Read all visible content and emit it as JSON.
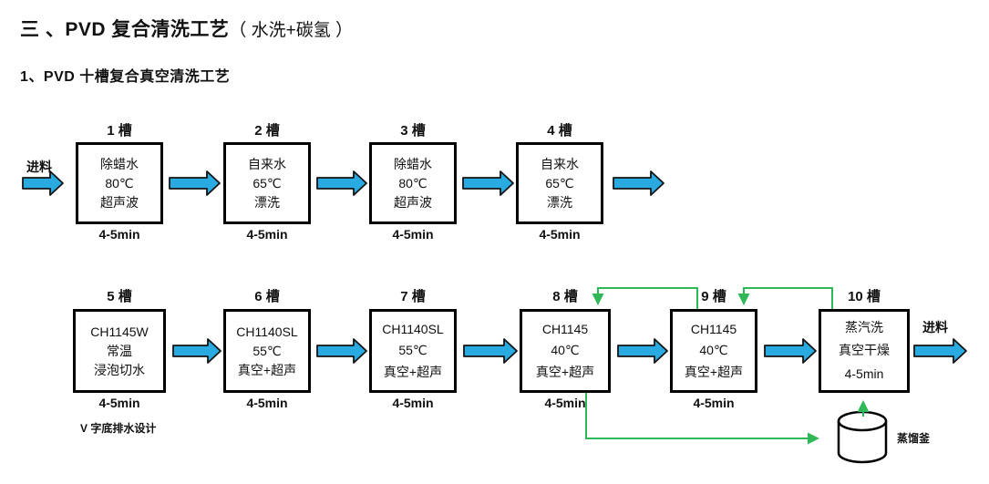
{
  "title": {
    "main": "三 、PVD 复合清洗工艺",
    "paren": "（ 水洗+碳氢 ）"
  },
  "subtitle": "1、PVD 十槽复合真空清洗工艺",
  "feed_in_label": "进料",
  "feed_out_label": "进料",
  "note_v_bottom": "V 字底排水设计",
  "still_label": "蒸馏釜",
  "tanks": [
    {
      "label": "1 槽",
      "lines": [
        "除蜡水",
        "80℃",
        "超声波"
      ],
      "time": "4-5min"
    },
    {
      "label": "2 槽",
      "lines": [
        "自来水",
        "65℃",
        "漂洗"
      ],
      "time": "4-5min"
    },
    {
      "label": "3 槽",
      "lines": [
        "除蜡水",
        "80℃",
        "超声波"
      ],
      "time": "4-5min"
    },
    {
      "label": "4 槽",
      "lines": [
        "自来水",
        "65℃",
        "漂洗"
      ],
      "time": "4-5min"
    },
    {
      "label": "5 槽",
      "lines": [
        "CH1145W",
        "常温",
        "浸泡切水"
      ],
      "time": "4-5min"
    },
    {
      "label": "6 槽",
      "lines": [
        "CH1140SL",
        "55℃",
        "真空+超声"
      ],
      "time": "4-5min"
    },
    {
      "label": "7 槽",
      "lines": [
        "CH1140SL",
        "55℃",
        "真空+超声"
      ],
      "time": "4-5min"
    },
    {
      "label": "8 槽",
      "lines": [
        "CH1145",
        "40℃",
        "真空+超声"
      ],
      "time": "4-5min"
    },
    {
      "label": "9 槽",
      "lines": [
        "CH1145",
        "40℃",
        "真空+超声"
      ],
      "time": "4-5min"
    },
    {
      "label": "10 槽",
      "lines": [
        "蒸汽洗",
        "真空干燥",
        "4-5min"
      ],
      "time": ""
    }
  ],
  "colors": {
    "arrow_blue": "#29abe2",
    "line_green": "#2eb857",
    "box_border": "#000000"
  }
}
